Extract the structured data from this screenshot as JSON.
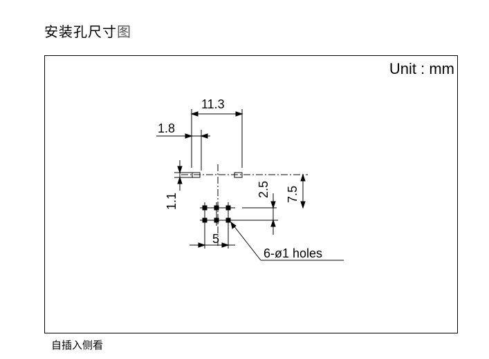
{
  "title": {
    "main": "安装孔尺寸",
    "tail": "图"
  },
  "unit_label": "Unit : mm",
  "dimensions": {
    "pin_spacing": "11.3",
    "pad_width": "1.8",
    "pad_height": "1.1",
    "row_offset": "2.5",
    "total_height": "7.5",
    "hole_pitch": "5"
  },
  "holes_callout": "6-ø1 holes",
  "caption": "自插入侧看"
}
